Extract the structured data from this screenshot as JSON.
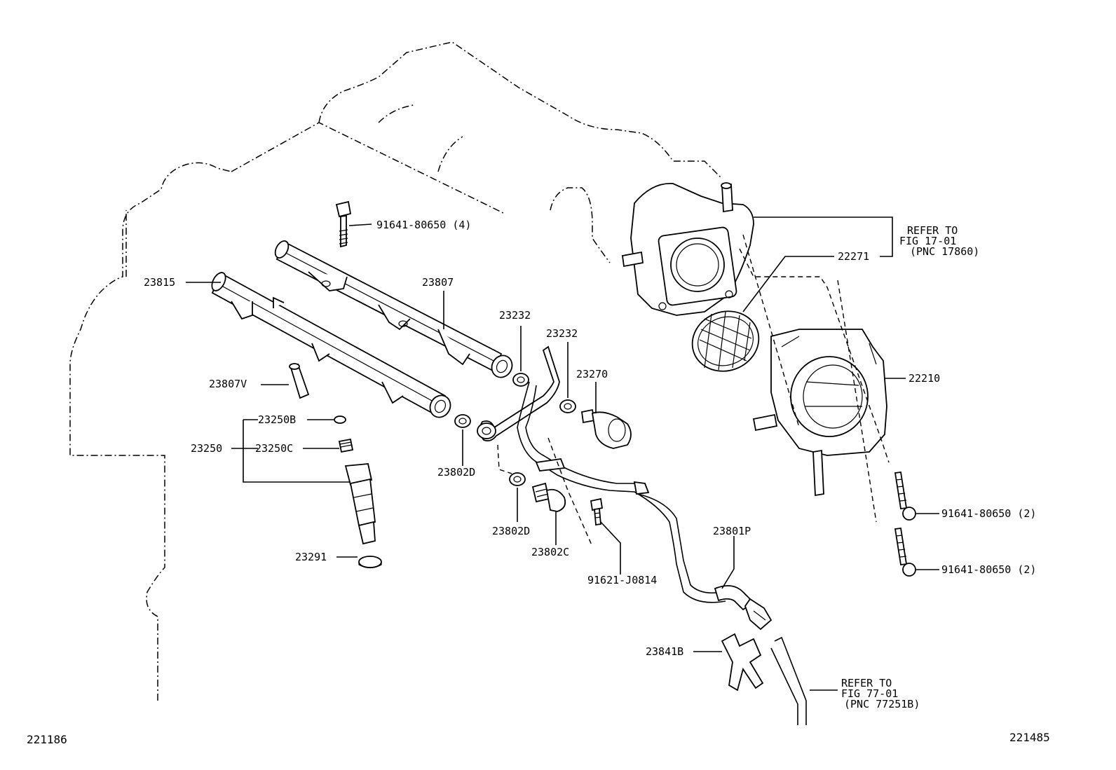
{
  "labels": {
    "p91641_80650_4": "91641-80650 (4)",
    "p23815": "23815",
    "p23807": "23807",
    "p23232_a": "23232",
    "p23232_b": "23232",
    "p23270": "23270",
    "p23807V": "23807V",
    "p23250B": "23250B",
    "p23250": "23250",
    "p23250C": "23250C",
    "p23802D_a": "23802D",
    "p23802D_b": "23802D",
    "p23802C": "23802C",
    "p91621_J0814": "91621-J0814",
    "p23801P": "23801P",
    "p23291": "23291",
    "p23841B": "23841B",
    "p22271": "22271",
    "p22210": "22210",
    "p91641_80650_2a": "91641-80650 (2)",
    "p91641_80650_2b": "91641-80650 (2)"
  },
  "refs": {
    "ref1": {
      "line1": "REFER TO",
      "line2": "FIG 17-01",
      "line3": "(PNC 17860)"
    },
    "ref2": {
      "line1": "REFER TO",
      "line2": "FIG 77-01",
      "line3": "(PNC 77251B)"
    }
  },
  "footer": {
    "left_code": "221186",
    "right_code": "221485"
  }
}
